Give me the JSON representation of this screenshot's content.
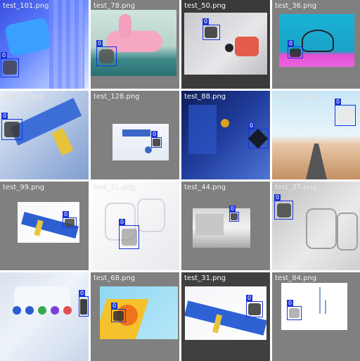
{
  "grid": {
    "cell_count": 16,
    "background_color": "#808080",
    "bbox_color": "#1a33d6",
    "label_color": "#ffffff"
  },
  "tiles": [
    {
      "label": "test_101.png",
      "bbox_label": "0"
    },
    {
      "label": "test_78.png",
      "bbox_label": "0"
    },
    {
      "label": "test_50.png",
      "bbox_label": "0"
    },
    {
      "label": "test_36.png",
      "bbox_label": "0"
    },
    {
      "label": "test_23.png",
      "bbox_label": "0"
    },
    {
      "label": "test_128.png",
      "bbox_label": "0"
    },
    {
      "label": "test_88.png",
      "bbox_label": "0"
    },
    {
      "label": "test_53.png",
      "bbox_label": "0"
    },
    {
      "label": "test_99.png",
      "bbox_label": "0"
    },
    {
      "label": "test_21.png",
      "bbox_label": "0"
    },
    {
      "label": "test_44.png",
      "bbox_label": "0"
    },
    {
      "label": "test_37.png",
      "bbox_label": "0"
    },
    {
      "label": "test_117.png",
      "bbox_label": "0"
    },
    {
      "label": "test_68.png",
      "bbox_label": "0"
    },
    {
      "label": "test_31.png",
      "bbox_label": "0"
    },
    {
      "label": "test_84.png",
      "bbox_label": "0"
    }
  ],
  "icons": {
    "bbox_marker": "detection-box-icon"
  }
}
